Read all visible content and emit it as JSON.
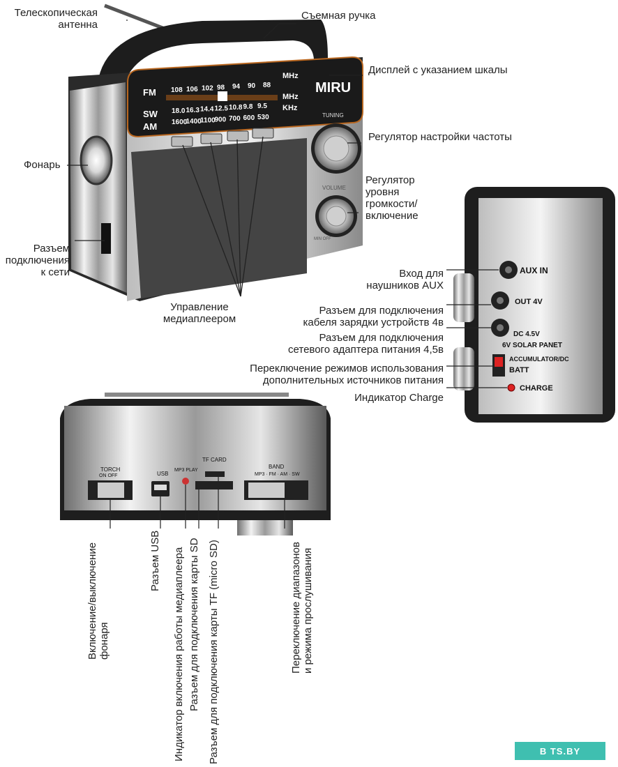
{
  "brand": "MIRU",
  "display": {
    "fm_label": "FM",
    "fm_freqs": [
      "108",
      "106",
      "102",
      "98",
      "94",
      "90",
      "88"
    ],
    "sw_label": "SW",
    "sw_freqs": [
      "18.0",
      "16.3",
      "14.4",
      "12.5",
      "10.8",
      "9.8",
      "9.5"
    ],
    "am_label": "AM",
    "am_freqs": [
      "1600",
      "1400",
      "1100",
      "900",
      "700",
      "600",
      "530"
    ],
    "mhz1": "MHz",
    "mhz2": "MHz",
    "khz": "KHz",
    "tuning": "TUNING",
    "volume": "VOLUME",
    "min_off": "MIN OFF"
  },
  "side_panel": {
    "aux": "AUX IN",
    "out": "OUT 4V",
    "dc": "DC 4.5V",
    "solar": "6V SOLAR PANET",
    "accumulator": "ACCUMULATOR/DC",
    "batt": "BATT",
    "charge": "CHARGE"
  },
  "bottom_panel": {
    "torch": "TORCH",
    "torch_on_off": "ON   OFF",
    "usb": "USB",
    "mp3play": "MP3 PLAY",
    "tfcard": "TF CARD",
    "band": "BAND",
    "band_modes": "MP3 · FM · AM · SW"
  },
  "labels": {
    "antenna": "Телескопическая\nантенна",
    "handle": "Съемная ручка",
    "display": "Дисплей с указанием шкалы",
    "tuning": "Регулятор настройки частоты",
    "volume": "Регулятор\nуровня\nгромкости/\nвключение",
    "torch": "Фонарь",
    "power_socket": "Разъем\nподключения\nк сети",
    "media": "Управление\nмедиаплеером",
    "aux": "Вход для\nнаушников AUX",
    "out4v": "Разъем для подключения\nкабеля зарядки устройств 4в",
    "dc45": "Разъем для подключения\nсетевого адаптера питания 4,5в",
    "switch": "Переключение режимов использования\nдополнительных источников питания",
    "charge": "Индикатор Charge"
  },
  "vertical_labels": {
    "torch_switch": "Включение/выключение\nфонаря",
    "usb": "Разъем USB",
    "mp3_indicator": "Индикатор включения работы медиаплеера",
    "sd": "Разъем для подключения карты SD",
    "tf": "Разъем для подключения карты TF (micro SD)",
    "band": "Переключение диапазонов\nи режима прослушивания"
  },
  "watermark": "B TS.BY"
}
